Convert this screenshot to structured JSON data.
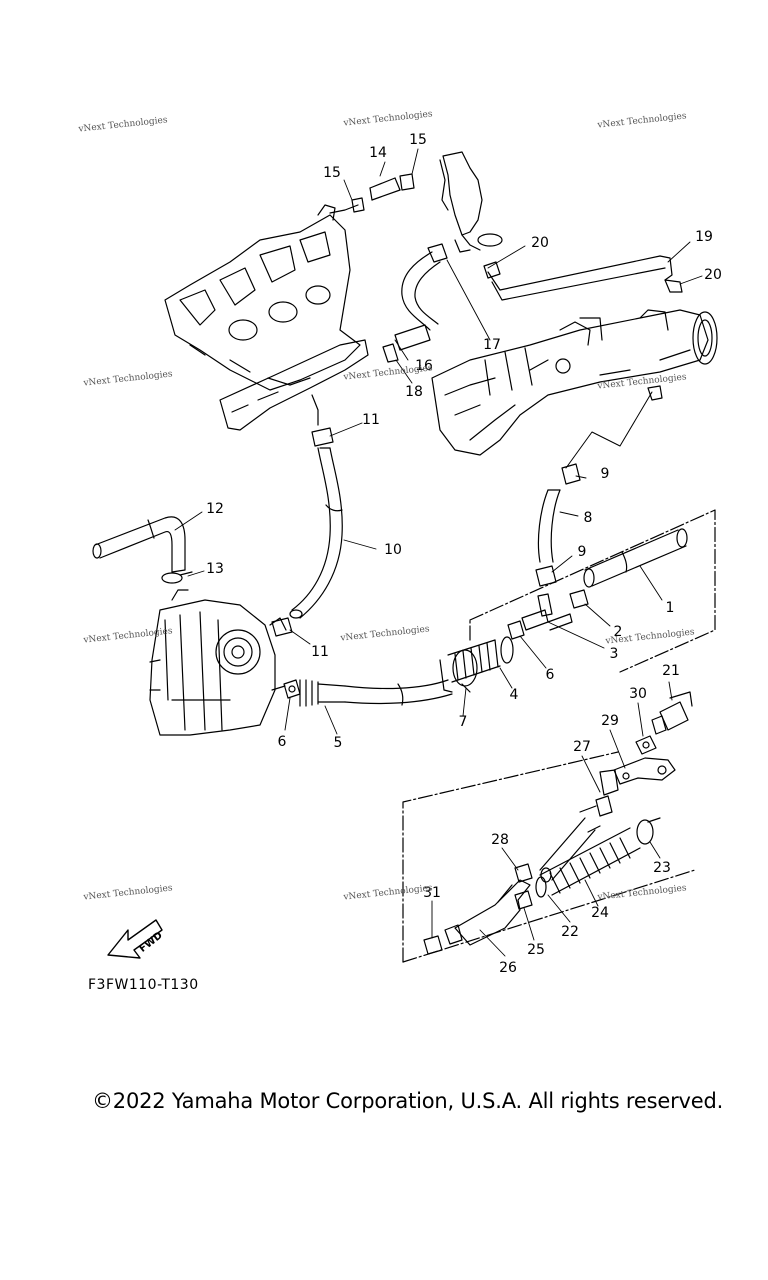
{
  "part_labels": [
    {
      "id": "1",
      "text": "1"
    },
    {
      "id": "2",
      "text": "2"
    },
    {
      "id": "3",
      "text": "3"
    },
    {
      "id": "4",
      "text": "4"
    },
    {
      "id": "5",
      "text": "5"
    },
    {
      "id": "6a",
      "text": "6"
    },
    {
      "id": "6b",
      "text": "6"
    },
    {
      "id": "7",
      "text": "7"
    },
    {
      "id": "8",
      "text": "8"
    },
    {
      "id": "9a",
      "text": "9"
    },
    {
      "id": "9b",
      "text": "9"
    },
    {
      "id": "10",
      "text": "10"
    },
    {
      "id": "11a",
      "text": "11"
    },
    {
      "id": "11b",
      "text": "11"
    },
    {
      "id": "12",
      "text": "12"
    },
    {
      "id": "13",
      "text": "13"
    },
    {
      "id": "14",
      "text": "14"
    },
    {
      "id": "15a",
      "text": "15"
    },
    {
      "id": "15b",
      "text": "15"
    },
    {
      "id": "16",
      "text": "16"
    },
    {
      "id": "17",
      "text": "17"
    },
    {
      "id": "18",
      "text": "18"
    },
    {
      "id": "19",
      "text": "19"
    },
    {
      "id": "20a",
      "text": "20"
    },
    {
      "id": "20b",
      "text": "20"
    },
    {
      "id": "21",
      "text": "21"
    },
    {
      "id": "22",
      "text": "22"
    },
    {
      "id": "23",
      "text": "23"
    },
    {
      "id": "24",
      "text": "24"
    },
    {
      "id": "25",
      "text": "25"
    },
    {
      "id": "26",
      "text": "26"
    },
    {
      "id": "27",
      "text": "27"
    },
    {
      "id": "28",
      "text": "28"
    },
    {
      "id": "29",
      "text": "29"
    },
    {
      "id": "30",
      "text": "30"
    },
    {
      "id": "31",
      "text": "31"
    }
  ],
  "watermark": "vNext Technologies",
  "fwd_arrow": {
    "label": "FWD",
    "icon": "fwd-arrow-icon"
  },
  "diagram_code": "F3FW110-T130",
  "copyright": "©2022 Yamaha Motor Corporation, U.S.A. All rights reserved."
}
